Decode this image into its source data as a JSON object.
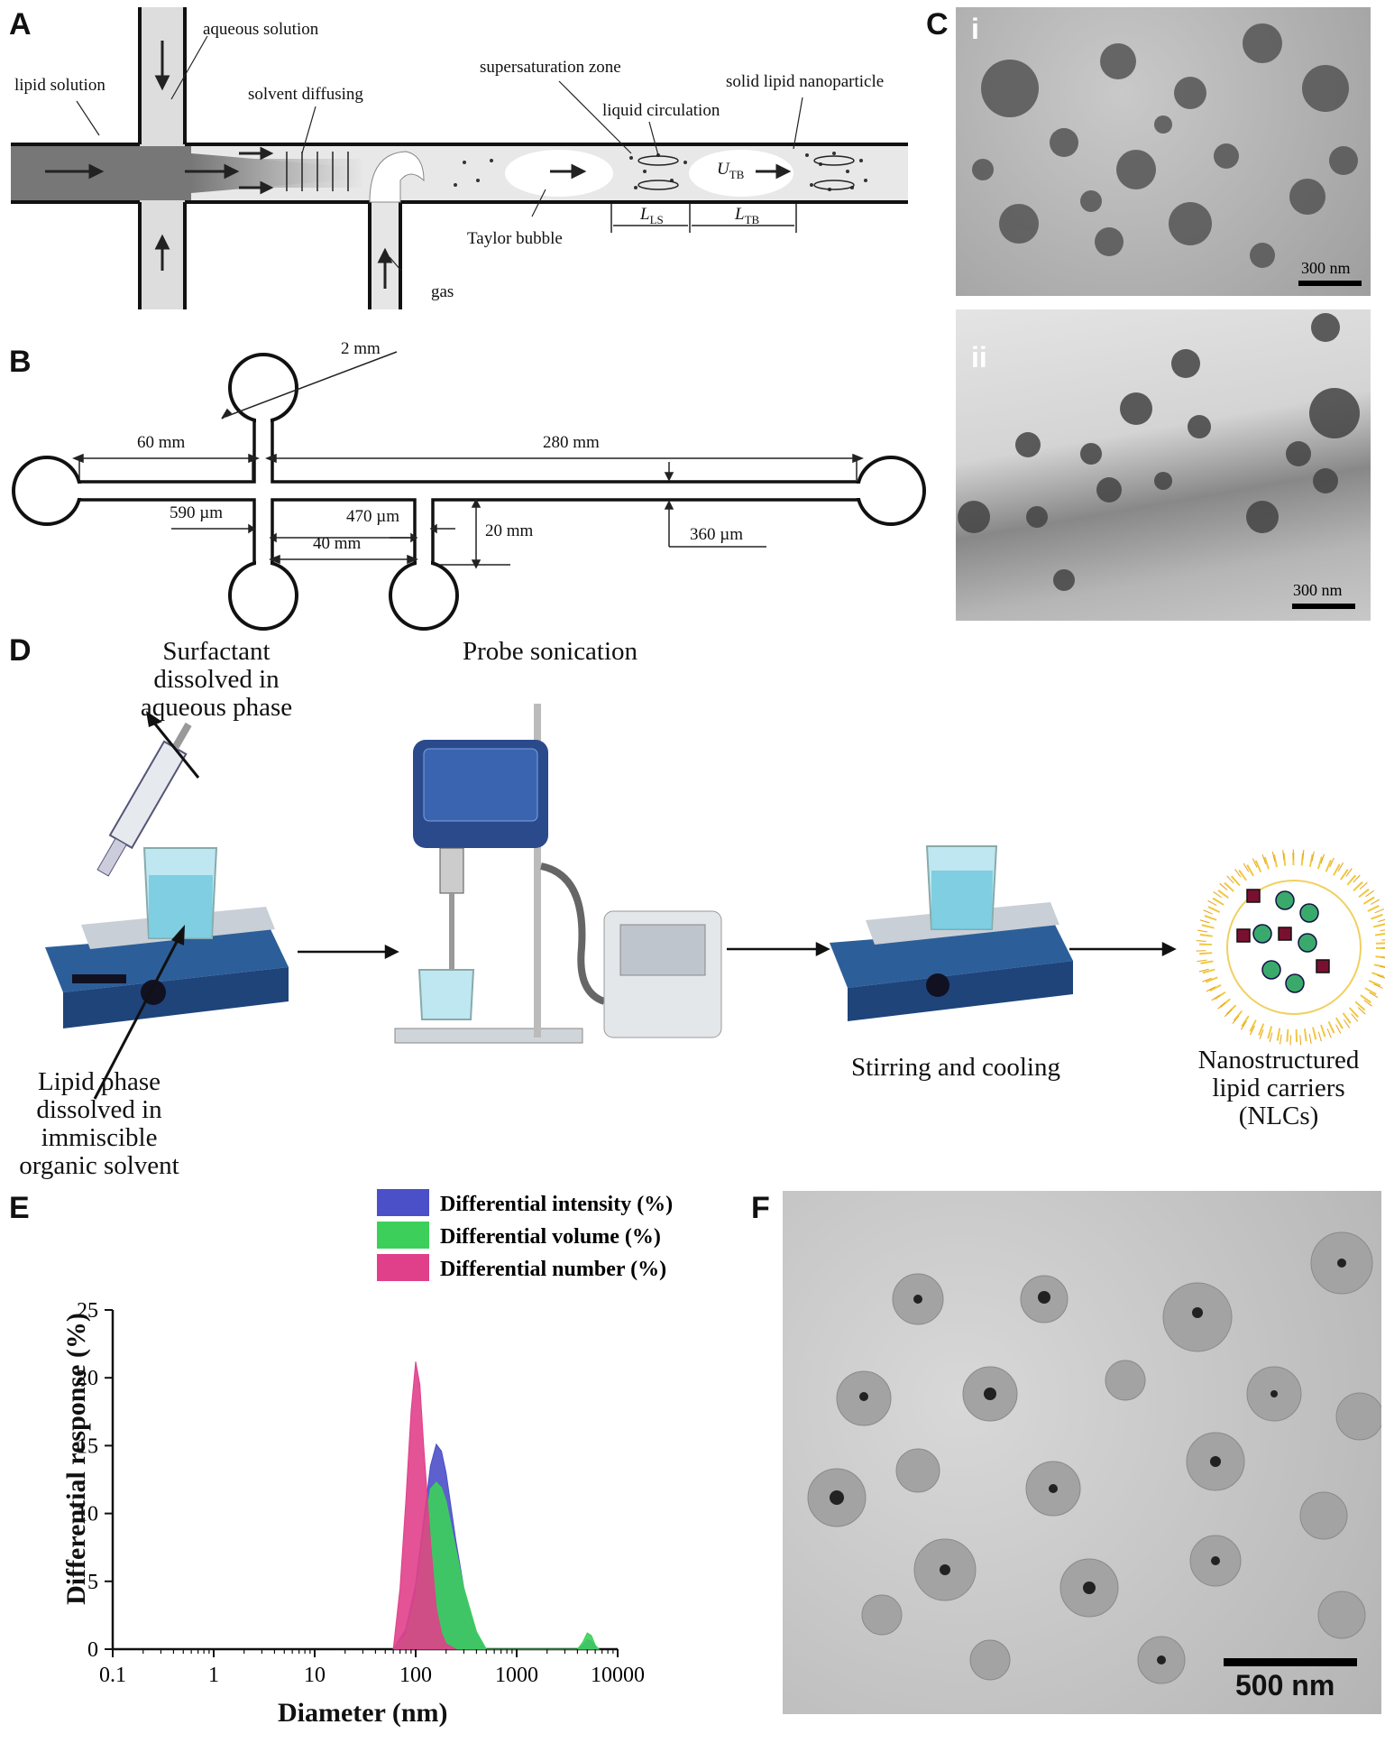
{
  "panels": {
    "A": "A",
    "B": "B",
    "C": "C",
    "D": "D",
    "E": "E",
    "F": "F"
  },
  "panelA": {
    "aqueous": "aqueous solution",
    "lipid": "lipid solution",
    "diffusing": "solvent diffusing",
    "supersat": "supersaturation zone",
    "liquid_circ": "liquid circulation",
    "sln": "solid lipid nanoparticle",
    "taylor": "Taylor bubble",
    "gas": "gas",
    "utb": "U",
    "utb_sub": "TB",
    "lls": "L",
    "lls_sub": "LS",
    "ltb": "L",
    "ltb_sub": "TB"
  },
  "panelB": {
    "d2mm": "2 mm",
    "d60": "60 mm",
    "d280": "280 mm",
    "d590": "590 µm",
    "d470": "470 µm",
    "d40": "40 mm",
    "d20": "20 mm",
    "d360": "360 µm"
  },
  "panelC": {
    "i": "i",
    "ii": "ii",
    "scale_i": "300 nm",
    "scale_ii": "300 nm"
  },
  "panelD": {
    "surfactant": "Surfactant\ndissolved in\naqueous phase",
    "probe": "Probe sonication",
    "lipid": "Lipid phase\ndissolved in\nimmiscible\norganic solvent",
    "stirring": "Stirring and cooling",
    "nlc": "Nanostructured\nlipid carriers\n(NLCs)"
  },
  "panelF": {
    "scale": "500 nm"
  },
  "chart_data": {
    "type": "area",
    "xlabel": "Diameter (nm)",
    "ylabel": "Differential response (%)",
    "xscale": "log",
    "xlim": [
      0.1,
      10000
    ],
    "ylim": [
      0,
      25
    ],
    "xticks": [
      "0.1",
      "1",
      "10",
      "100",
      "1000",
      "10000"
    ],
    "yticks": [
      "0",
      "5",
      "10",
      "15",
      "20",
      "25"
    ],
    "legend": "top-right",
    "series": [
      {
        "name": "Differential intensity (%)",
        "color": "#4b4fc8",
        "x": [
          60,
          80,
          100,
          120,
          140,
          160,
          180,
          200,
          250,
          300,
          400,
          500,
          4000,
          4500,
          5000,
          5500,
          6000,
          6500
        ],
        "y": [
          0,
          1.5,
          4.8,
          9.5,
          13.5,
          15.1,
          14.6,
          13.0,
          8.0,
          4.5,
          1.2,
          0,
          0,
          0.3,
          0.7,
          0.6,
          0.2,
          0
        ]
      },
      {
        "name": "Differential volume (%)",
        "color": "#3cd05a",
        "x": [
          60,
          80,
          100,
          120,
          140,
          160,
          180,
          200,
          250,
          300,
          400,
          500,
          4000,
          4500,
          5000,
          5500,
          6000,
          6500
        ],
        "y": [
          0,
          1.0,
          4.0,
          8.5,
          11.8,
          12.3,
          11.9,
          10.9,
          7.4,
          4.5,
          1.3,
          0,
          0,
          0.5,
          1.2,
          1.0,
          0.3,
          0
        ]
      },
      {
        "name": "Differential number (%)",
        "color": "#e0408a",
        "x": [
          60,
          70,
          80,
          90,
          100,
          110,
          120,
          140,
          160,
          180,
          200,
          250
        ],
        "y": [
          0,
          4.5,
          11.0,
          17.5,
          21.2,
          19.5,
          15.0,
          8.0,
          3.0,
          1.2,
          0.4,
          0
        ]
      }
    ]
  }
}
